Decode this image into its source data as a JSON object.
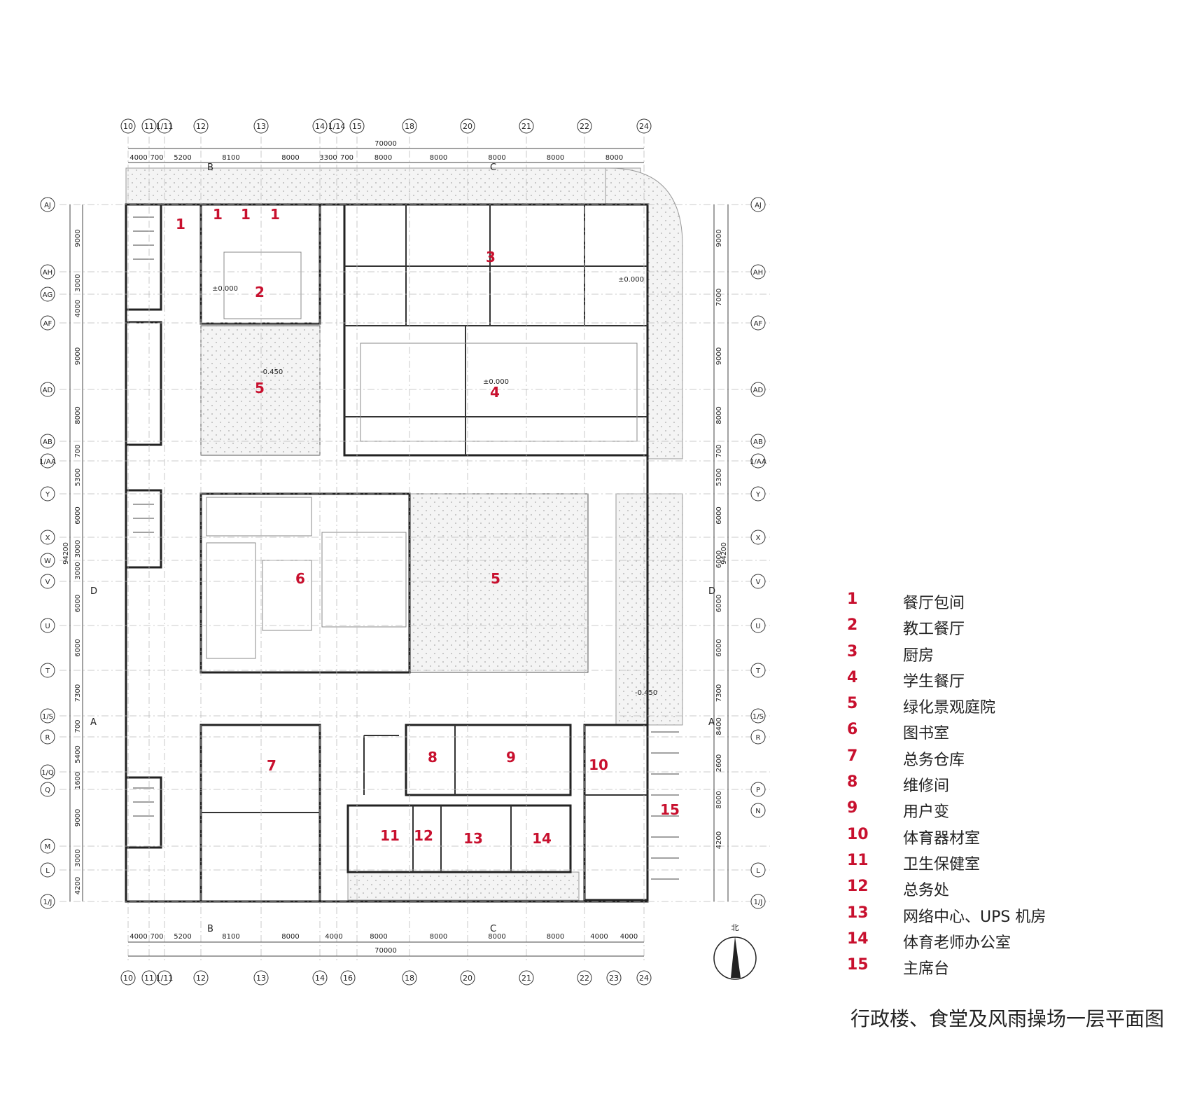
{
  "grid_top": [
    "10",
    "11",
    "1/11",
    "12",
    "13",
    "14",
    "1/14",
    "15",
    "18",
    "20",
    "21",
    "22",
    "24"
  ],
  "grid_bottom": [
    "10",
    "11",
    "1/11",
    "12",
    "13",
    "14",
    "16",
    "18",
    "20",
    "21",
    "22",
    "23",
    "24"
  ],
  "grid_left": [
    "AJ",
    "AH",
    "AG",
    "AF",
    "AD",
    "AB",
    "1/AA",
    "Y",
    "X",
    "W",
    "V",
    "U",
    "T",
    "1/S",
    "R",
    "1/Q",
    "Q",
    "M",
    "L",
    "1/J"
  ],
  "grid_right": [
    "AJ",
    "AH",
    "AF",
    "AD",
    "AB",
    "1/AA",
    "Y",
    "X",
    "V",
    "U",
    "T",
    "1/S",
    "R",
    "P",
    "N",
    "L",
    "1/J"
  ],
  "dims_top": [
    "4000",
    "700",
    "5200",
    "8100",
    "8000",
    "3300",
    "700",
    "8000",
    "8000",
    "8000",
    "8000",
    "8000"
  ],
  "dims_bottom": [
    "4000",
    "700",
    "5200",
    "8100",
    "8000",
    "4000",
    "8000",
    "8000",
    "8000",
    "8000",
    "4000",
    "4000"
  ],
  "dims_left": [
    "9000",
    "3000",
    "4000",
    "9000",
    "8000",
    "700",
    "5300",
    "6000",
    "3000",
    "3000",
    "6000",
    "6000",
    "7300",
    "700",
    "5400",
    "1600",
    "9000",
    "3000",
    "4200"
  ],
  "dims_right": [
    "9000",
    "7000",
    "9000",
    "8000",
    "700",
    "5300",
    "6000",
    "6000",
    "6000",
    "6000",
    "7300",
    "8400",
    "2600",
    "8000",
    "4200"
  ],
  "overall_width": "70000",
  "overall_height": "94200",
  "elevations": [
    "±0.000",
    "±0.000",
    "±0.000",
    "-0.450",
    "-0.450"
  ],
  "section_marks": [
    "B",
    "C",
    "D",
    "A"
  ],
  "north_label": "北",
  "room_numbers": [
    "1",
    "1",
    "1",
    "1",
    "2",
    "3",
    "4",
    "5",
    "5",
    "6",
    "7",
    "8",
    "9",
    "10",
    "11",
    "12",
    "13",
    "14",
    "15"
  ],
  "legend": [
    {
      "num": "1",
      "label": "餐厅包间"
    },
    {
      "num": "2",
      "label": "教工餐厅"
    },
    {
      "num": "3",
      "label": "厨房"
    },
    {
      "num": "4",
      "label": "学生餐厅"
    },
    {
      "num": "5",
      "label": "绿化景观庭院"
    },
    {
      "num": "6",
      "label": "图书室"
    },
    {
      "num": "7",
      "label": "总务仓库"
    },
    {
      "num": "8",
      "label": "维修间"
    },
    {
      "num": "9",
      "label": "用户变"
    },
    {
      "num": "10",
      "label": "体育器材室"
    },
    {
      "num": "11",
      "label": "卫生保健室"
    },
    {
      "num": "12",
      "label": "总务处"
    },
    {
      "num": "13",
      "label": "网络中心、UPS 机房"
    },
    {
      "num": "14",
      "label": "体育老师办公室"
    },
    {
      "num": "15",
      "label": "主席台"
    }
  ],
  "title": "行政楼、食堂及风雨操场一层平面图",
  "colors": {
    "accent_red": "#c8102e",
    "line": "#333333",
    "hatch": "#e6e6e6"
  }
}
